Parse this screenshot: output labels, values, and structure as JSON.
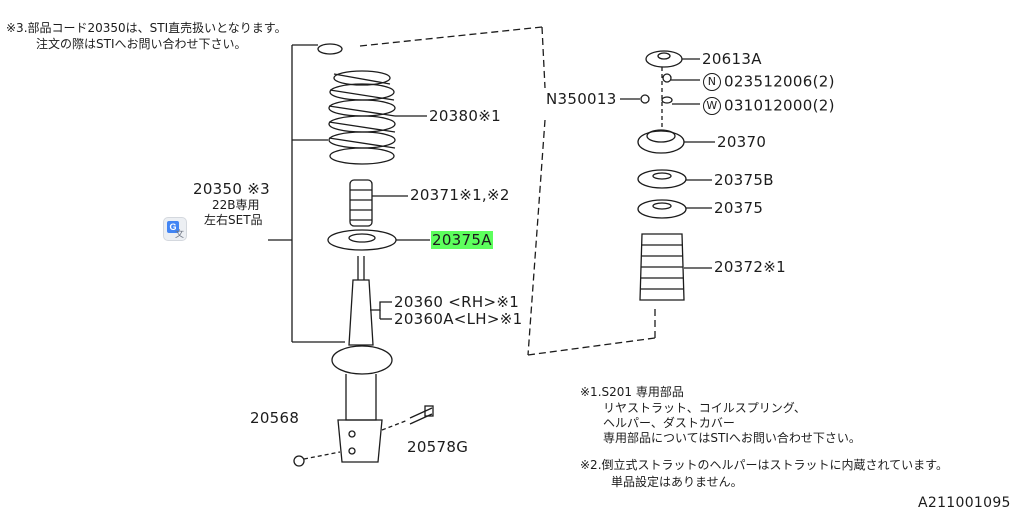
{
  "notes": {
    "sti_line1": "※3.部品コード20350は、STI直売扱いとなります。",
    "sti_line2": "注文の際はSTIへお問い合わせ下さい。",
    "foot1_line1": "※1.S201 専用部品",
    "foot1_line2": "リヤストラット、コイルスプリング、",
    "foot1_line3": "ヘルパー、ダストカバー",
    "foot1_line4": "専用部品についてはSTIへお問い合わせ下さい。",
    "foot2_line1": "※2.倒立式ストラットのヘルパーはストラットに内蔵されています。",
    "foot2_line2": "単品設定はありません。"
  },
  "parts": {
    "p20350_1": "20350 ※3",
    "p20350_2": "22B専用",
    "p20350_3": "左右SET品",
    "p20380": "20380※1",
    "p20371": "20371※1,※2",
    "p20375a": "20375A",
    "p20360": "20360 <RH>※1",
    "p20360a": "20360A<LH>※1",
    "p20568": "20568",
    "p20578g": "20578G",
    "p20613a": "20613A",
    "n_marker": "N",
    "n_code": "023512006(2)",
    "w_marker": "W",
    "w_code": "031012000(2)",
    "n350013": "N350013",
    "p20370": "20370",
    "p20375b": "20375B",
    "p20375": "20375",
    "p20372": "20372※1"
  },
  "figure_id": "A211001095",
  "colors": {
    "line": "#1c1c1c",
    "highlight": "#5dff5d",
    "translate_badge": "#4285f4"
  },
  "icons": {
    "translate": "google-translate-icon"
  }
}
